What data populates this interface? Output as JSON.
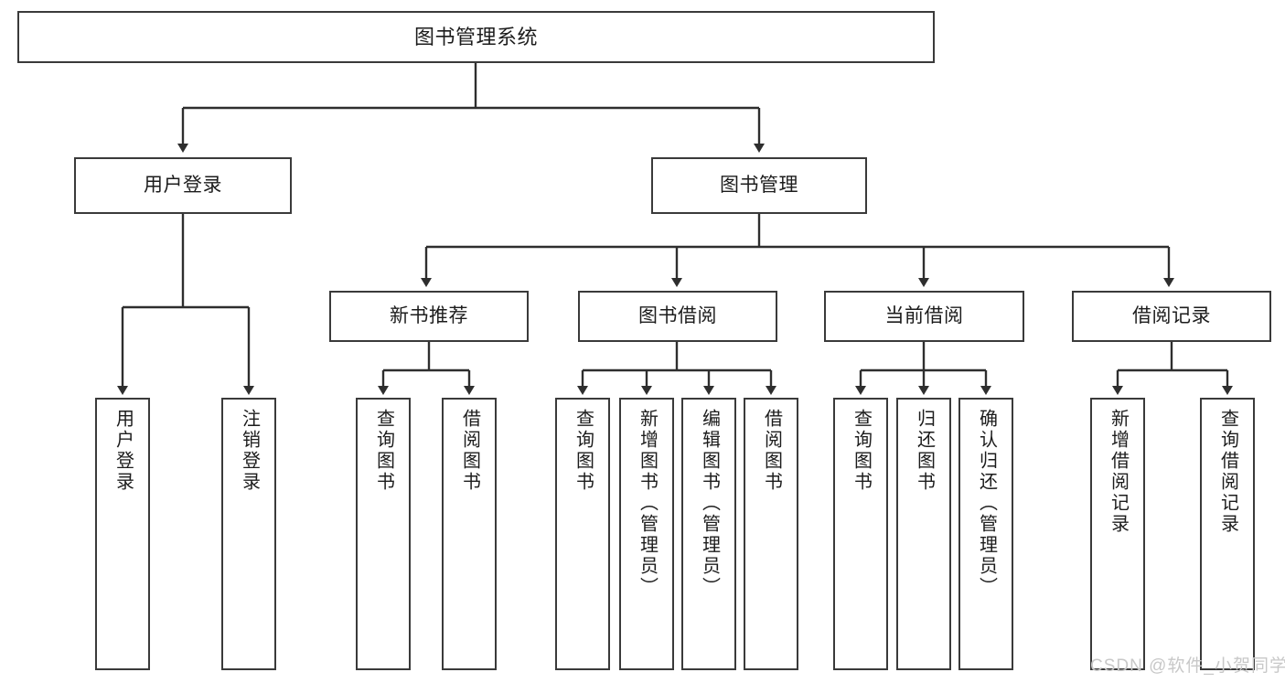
{
  "diagram": {
    "title": "图书管理系统",
    "nodes": {
      "root": {
        "label": "图书管理系统"
      },
      "user_login": {
        "label": "用户登录"
      },
      "book_manage": {
        "label": "图书管理"
      },
      "new_book_rec": {
        "label": "新书推荐"
      },
      "book_borrow": {
        "label": "图书借阅"
      },
      "current_borrow": {
        "label": "当前借阅"
      },
      "borrow_record": {
        "label": "借阅记录"
      },
      "leaf_user_login": {
        "label": "用户登录"
      },
      "leaf_user_logout": {
        "label": "注销登录"
      },
      "leaf_query_book_a": {
        "label": "查询图书"
      },
      "leaf_borrow_book_a": {
        "label": "借阅图书"
      },
      "leaf_query_book_b": {
        "label": "查询图书"
      },
      "leaf_add_book": {
        "label": "新增图书（管理员）"
      },
      "leaf_edit_book": {
        "label": "编辑图书（管理员）"
      },
      "leaf_borrow_book_b": {
        "label": "借阅图书"
      },
      "leaf_query_book_c": {
        "label": "查询图书"
      },
      "leaf_return_book": {
        "label": "归还图书"
      },
      "leaf_confirm_return": {
        "label": "确认归还（管理员）"
      },
      "leaf_add_record": {
        "label": "新增借阅记录"
      },
      "leaf_query_record": {
        "label": "查询借阅记录"
      }
    },
    "watermark": "CSDN @软件_小贺同学",
    "colors": {
      "border": "#3a3a3a",
      "text": "#1c1c1c",
      "background": "#ffffff",
      "watermark": "#c8c8c8"
    }
  }
}
